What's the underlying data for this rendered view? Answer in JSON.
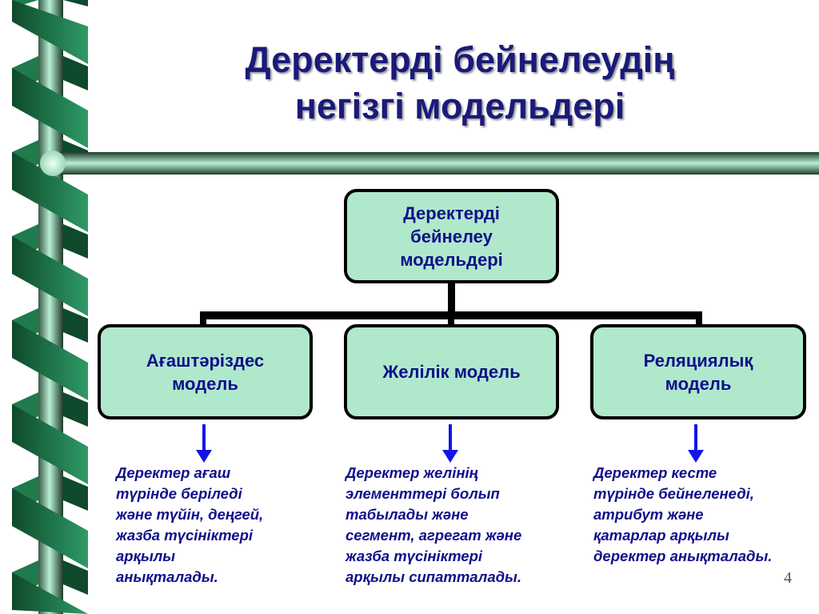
{
  "title": {
    "line1": "Деректерді бейнелеудің",
    "line2": "негізгі модельдері"
  },
  "root": {
    "label": "Деректерді\nбейнелеу\nмодельдері"
  },
  "models": [
    {
      "label": "Ағаштәріздес\nмодель",
      "description": "Деректер ағаш\nтүрінде беріледі\nжәне түйін, деңгей,\nжазба түсініктері\nарқылы\nанықталады."
    },
    {
      "label": "Желілік модель",
      "description": "Деректер желінің\nэлементтері болып\nтабылады және\nсегмент, агрегат және\nжазба түсініктері\nарқылы сипатталады."
    },
    {
      "label": "Реляциялық\nмодель",
      "description": "Деректер кесте\nтүрінде бейнеленеді,\nатрибут және\nқатарлар арқылы\nдеректер анықталады."
    }
  ],
  "page_number": "4",
  "colors": {
    "box_fill": "#b0e8cc",
    "text": "#10108a",
    "arrow": "#1414e6",
    "ribbon": "#2a8a5a"
  }
}
